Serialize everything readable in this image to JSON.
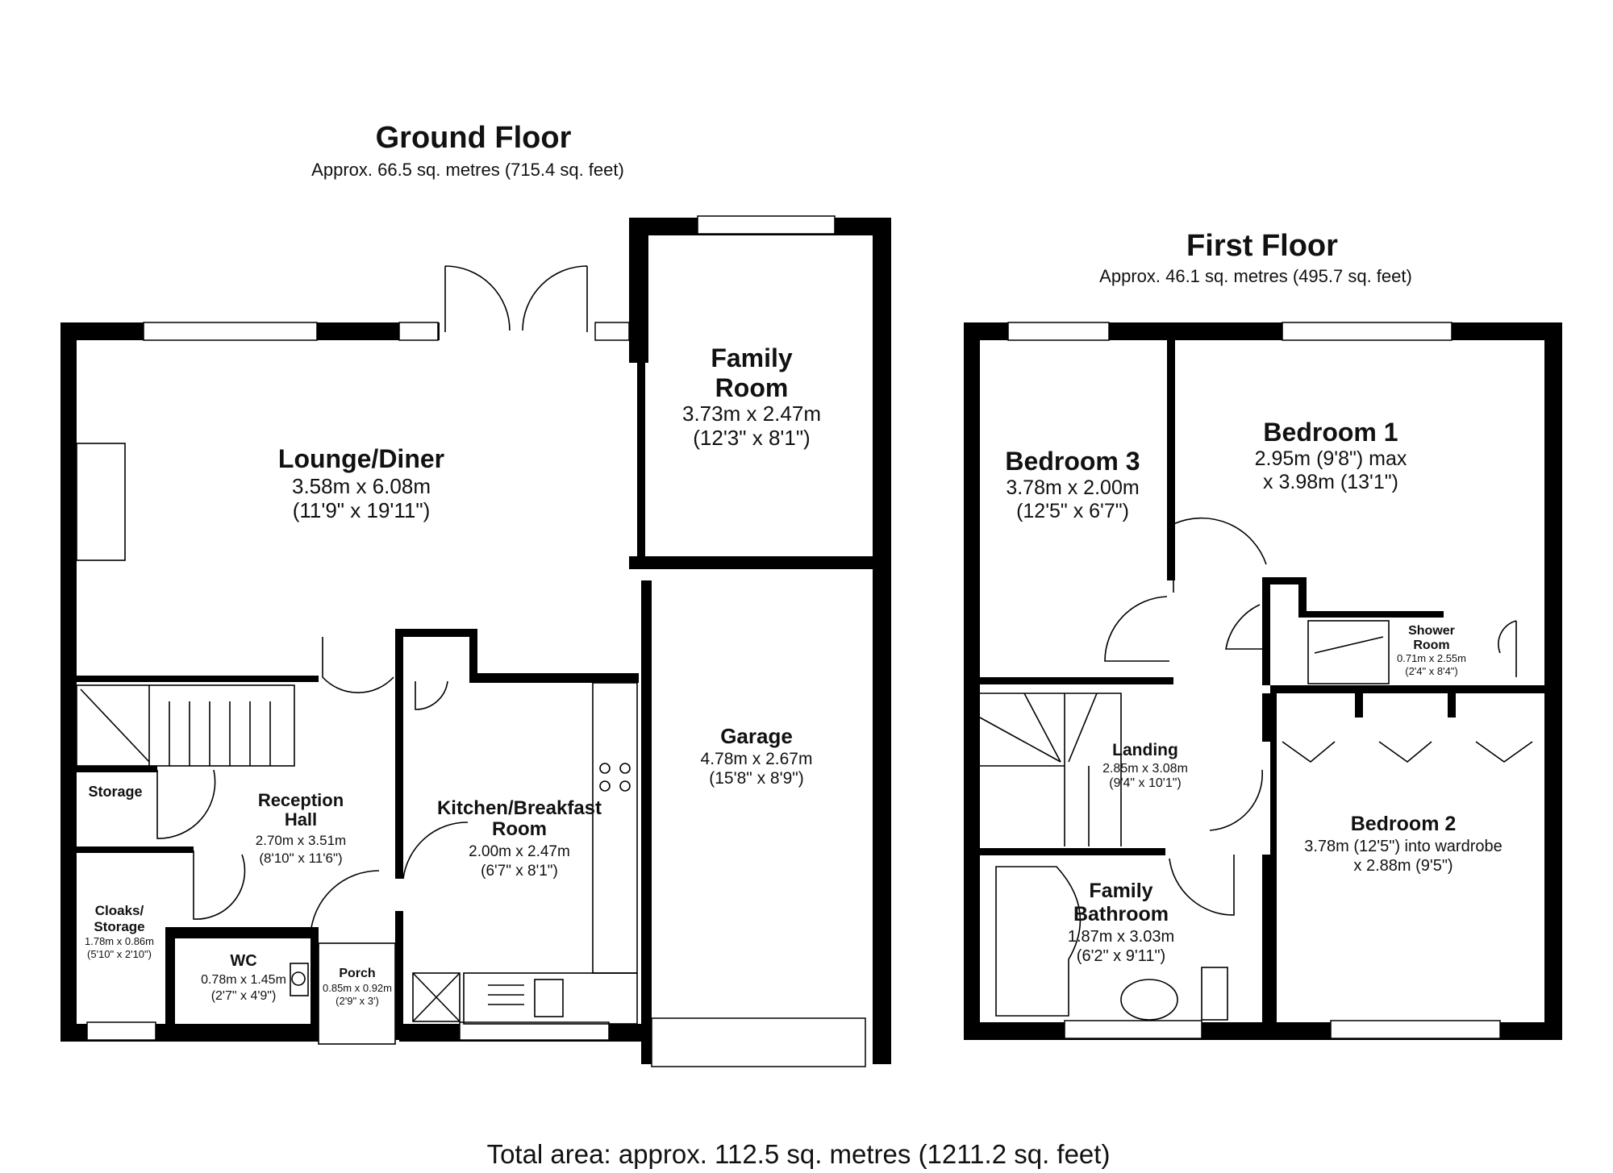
{
  "ground_floor": {
    "title": "Ground Floor",
    "area": "Approx. 66.5 sq. metres (715.4 sq. feet)",
    "rooms": {
      "lounge": {
        "name": "Lounge/Diner",
        "metric": "3.58m x 6.08m",
        "imperial": "(11'9\" x 19'11\")"
      },
      "family_room": {
        "name_1": "Family",
        "name_2": "Room",
        "metric": "3.73m x 2.47m",
        "imperial": "(12'3\" x 8'1\")"
      },
      "garage": {
        "name": "Garage",
        "metric": "4.78m x 2.67m",
        "imperial": "(15'8\" x 8'9\")"
      },
      "reception_hall": {
        "name_1": "Reception",
        "name_2": "Hall",
        "metric": "2.70m x 3.51m",
        "imperial": "(8'10\" x 11'6\")"
      },
      "kitchen": {
        "name_1": "Kitchen/Breakfast",
        "name_2": "Room",
        "metric": "2.00m x 2.47m",
        "imperial": "(6'7\" x 8'1\")"
      },
      "storage": {
        "name": "Storage"
      },
      "cloaks": {
        "name_1": "Cloaks/",
        "name_2": "Storage",
        "metric": "1.78m x 0.86m",
        "imperial": "(5'10\" x 2'10\")"
      },
      "wc": {
        "name": "WC",
        "metric": "0.78m x 1.45m",
        "imperial": "(2'7\" x 4'9\")"
      },
      "porch": {
        "name": "Porch",
        "metric": "0.85m x 0.92m",
        "imperial": "(2'9\" x 3')"
      }
    }
  },
  "first_floor": {
    "title": "First Floor",
    "area": "Approx. 46.1 sq. metres (495.7 sq. feet)",
    "rooms": {
      "bedroom3": {
        "name": "Bedroom 3",
        "metric": "3.78m x 2.00m",
        "imperial": "(12'5\" x 6'7\")"
      },
      "bedroom1": {
        "name": "Bedroom 1",
        "line_1": "2.95m (9'8\") max",
        "line_2": "x 3.98m (13'1\")"
      },
      "shower": {
        "name_1": "Shower",
        "name_2": "Room",
        "metric": "0.71m x 2.55m",
        "imperial": "(2'4\" x 8'4\")"
      },
      "landing": {
        "name": "Landing",
        "metric": "2.85m x 3.08m",
        "imperial": "(9'4\" x 10'1\")"
      },
      "bedroom2": {
        "name": "Bedroom 2",
        "line_1": "3.78m (12'5\") into wardrobe",
        "line_2": "x 2.88m (9'5\")"
      },
      "bathroom": {
        "name_1": "Family",
        "name_2": "Bathroom",
        "metric": "1.87m x 3.03m",
        "imperial": "(6'2\" x 9'11\")"
      }
    }
  },
  "total_area": "Total area: approx. 112.5 sq. metres (1211.2 sq. feet)",
  "colors": {
    "wall": "#000000",
    "background": "#ffffff",
    "text": "#111111"
  }
}
